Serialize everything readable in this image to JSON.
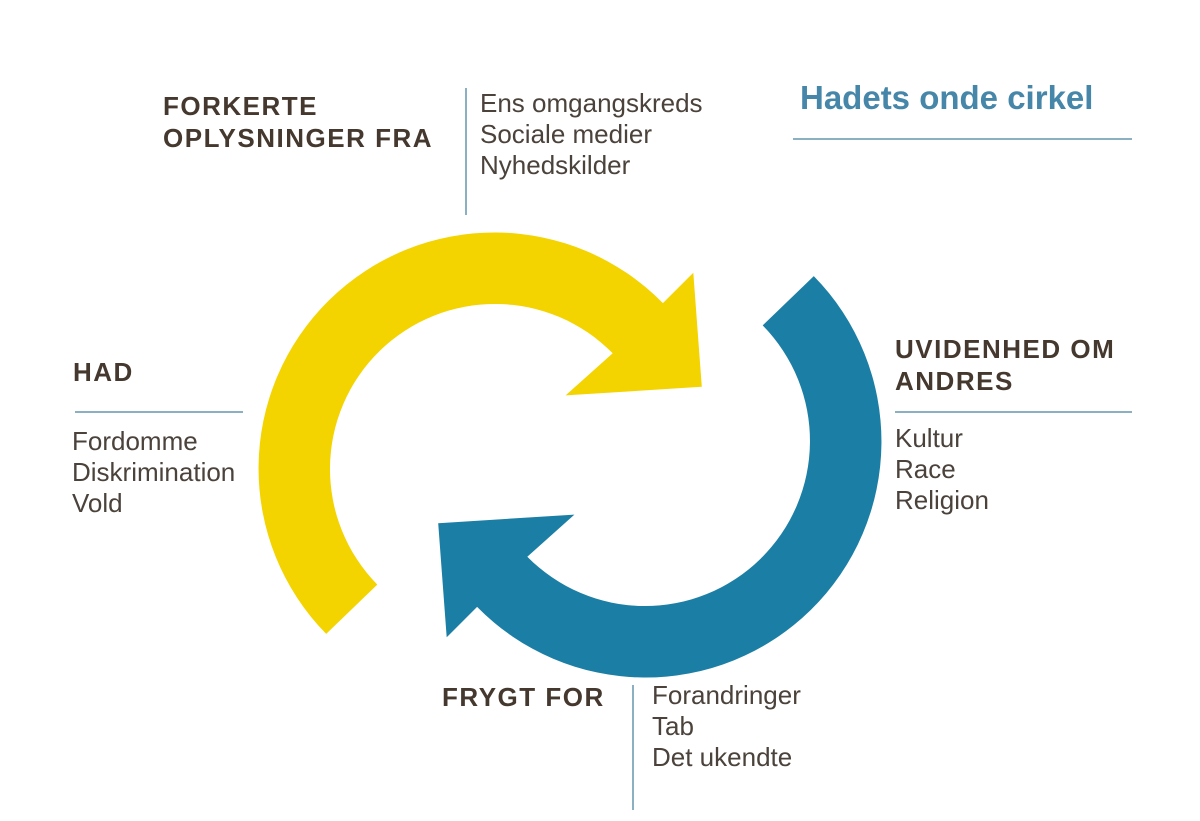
{
  "title": "Hadets onde cirkel",
  "colors": {
    "yellow": "#F3D400",
    "teal": "#1B7EA5",
    "heading": "#45382E",
    "body": "#4A423B",
    "title": "#4586A9",
    "line": "#8AB0C2"
  },
  "blocks": [
    {
      "id": "sources",
      "heading_lines": [
        "FORKERTE",
        "OPLYSNINGER FRA"
      ],
      "items": [
        "Ens omgangskreds",
        "Sociale medier",
        "Nyhedskilder"
      ]
    },
    {
      "id": "ignorance",
      "heading_lines": [
        "UVIDENHED OM",
        "ANDRES"
      ],
      "items": [
        "Kultur",
        "Race",
        "Religion"
      ]
    },
    {
      "id": "hate",
      "heading_lines": [
        "HAD"
      ],
      "items": [
        "Fordomme",
        "Diskrimination",
        "Vold"
      ]
    },
    {
      "id": "fear",
      "heading_lines": [
        "FRYGT FOR"
      ],
      "items": [
        "Forandringer",
        "Tab",
        "Det ukendte"
      ]
    }
  ],
  "cycle": {
    "arrows": [
      "yellow-cycle-arrow",
      "teal-cycle-arrow"
    ],
    "direction": "clockwise"
  }
}
